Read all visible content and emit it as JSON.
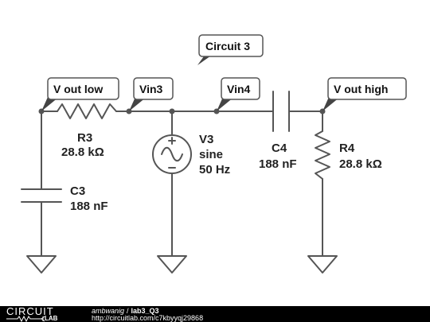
{
  "diagram": {
    "title_flag": "Circuit 3",
    "net_labels": {
      "v_out_low": "V out low",
      "vin3": "Vin3",
      "vin4": "Vin4",
      "v_out_high": "V out high"
    },
    "components": {
      "R3": {
        "name": "R3",
        "value": "28.8 kΩ"
      },
      "C3": {
        "name": "C3",
        "value": "188 nF"
      },
      "V3": {
        "name": "V3",
        "type": "sine",
        "freq": "50 Hz"
      },
      "C4": {
        "name": "C4",
        "value": "188 nF"
      },
      "R4": {
        "name": "R4",
        "value": "28.8 kΩ"
      }
    },
    "colors": {
      "wire": "#555555",
      "text": "#222222",
      "footer_bg": "#000000"
    }
  },
  "footer": {
    "logo_top": "CIRCUIT",
    "logo_bottom": "LAB",
    "author": "ambwanig",
    "separator": "/",
    "title": "lab3_Q3",
    "url": "http://circuitlab.com/c7kbyyqj29868"
  }
}
